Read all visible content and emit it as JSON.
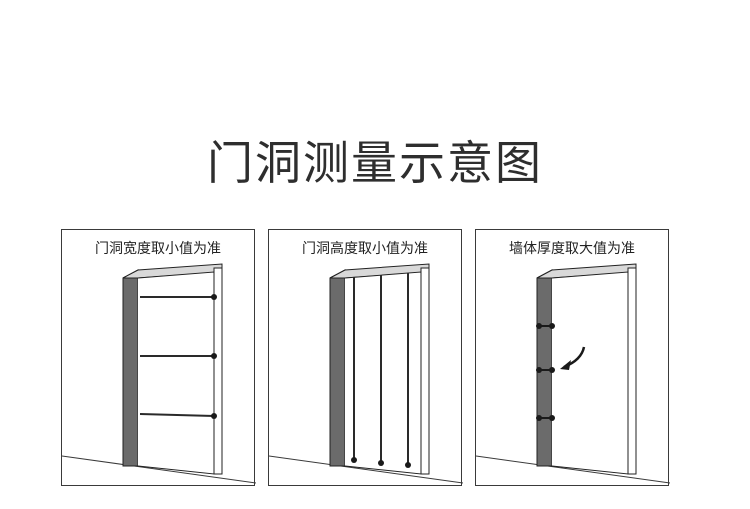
{
  "title": "门洞测量示意图",
  "panels": [
    {
      "label": "门洞宽度取小值为准"
    },
    {
      "label": "门洞高度取小值为准"
    },
    {
      "label": "墙体厚度取大值为准"
    }
  ],
  "colors": {
    "frame_dark": "#6b6b6b",
    "frame_light": "#d9d9d9",
    "line": "#2a2a2a",
    "dot": "#1a1a1a",
    "text": "#222222"
  }
}
